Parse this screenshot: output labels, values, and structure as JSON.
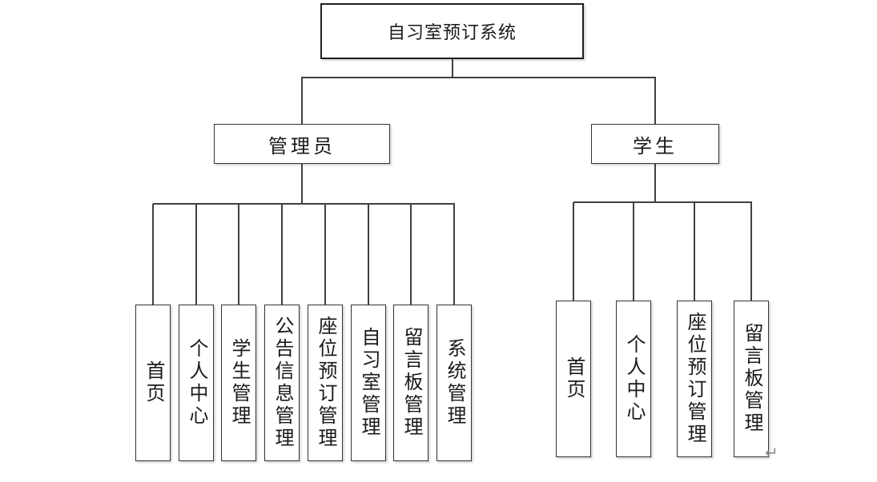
{
  "diagram": {
    "root_label": "自习室预订系统",
    "branches": {
      "admin": {
        "label": "管理员",
        "children": [
          "首页",
          "个人中心",
          "学生管理",
          "公告信息管理",
          "座位预订管理",
          "自习室管理",
          "留言板管理",
          "系统管理"
        ]
      },
      "student": {
        "label": "学生",
        "children": [
          "首页",
          "个人中心",
          "座位预订管理",
          "留言板管理"
        ]
      }
    }
  },
  "marks": {
    "paragraph_return": "↵"
  },
  "colors": {
    "connector_line": "#404040",
    "box_border": "#333333",
    "root_border": "#1f1f1f",
    "text": "#1a1a1a",
    "background": "#ffffff",
    "return_mark": "#8c8c8c"
  }
}
